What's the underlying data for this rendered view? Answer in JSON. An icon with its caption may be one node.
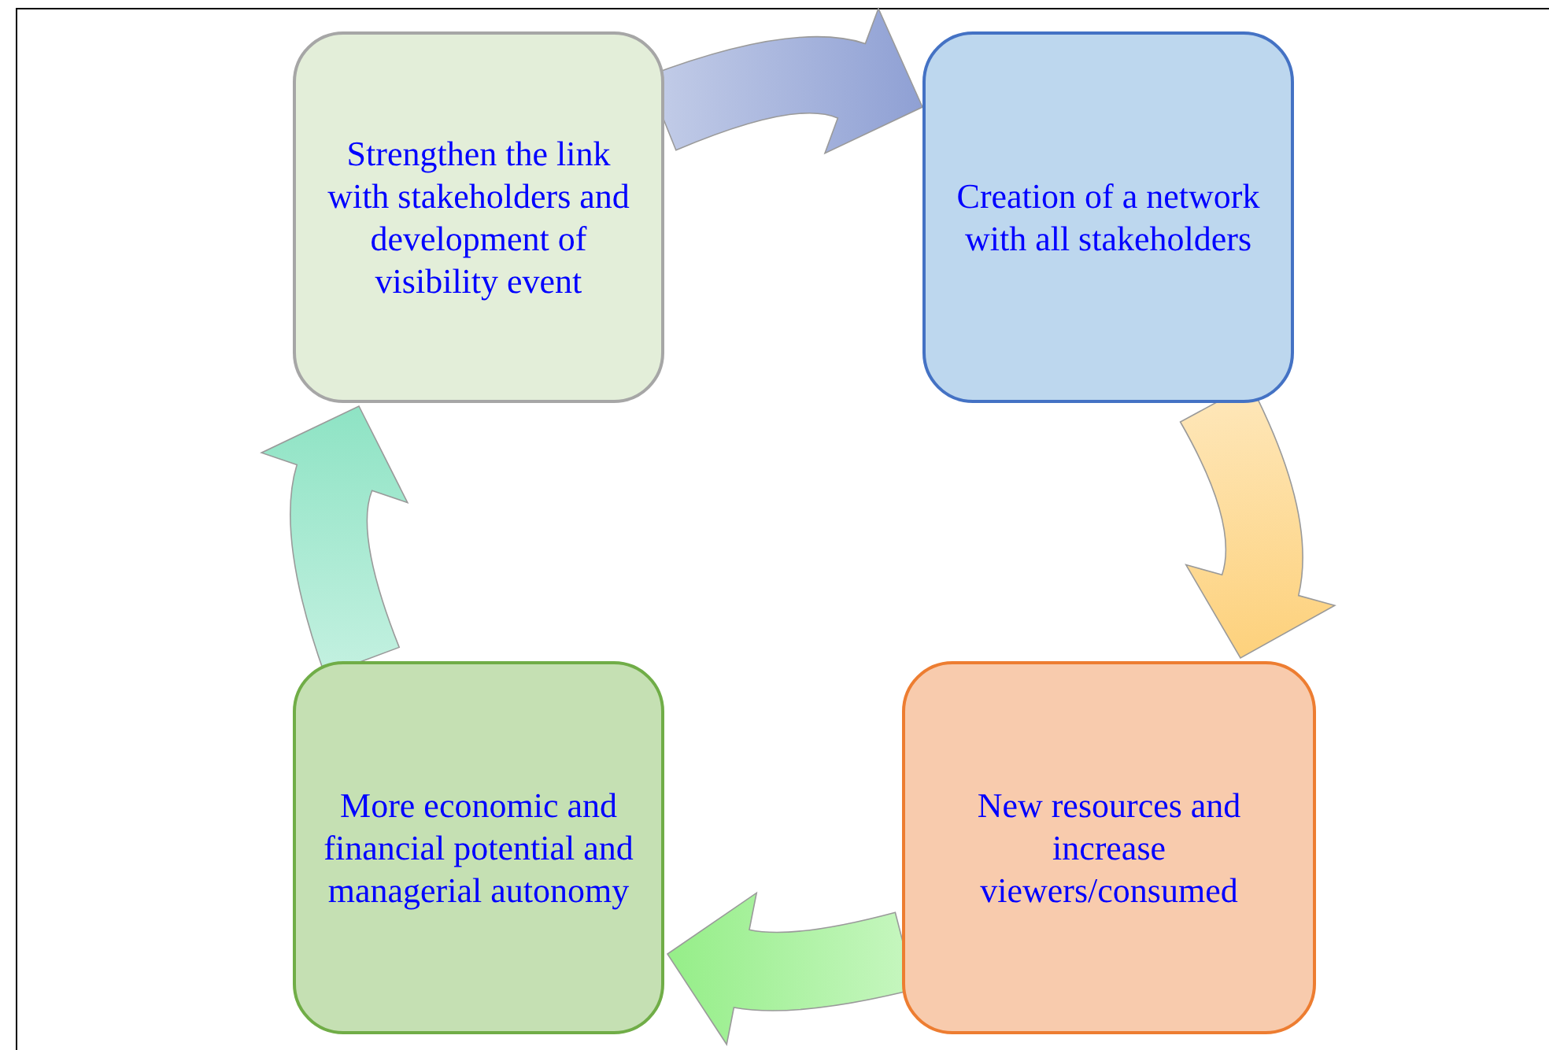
{
  "diagram": {
    "nodes": [
      {
        "text": [
          "Strengthen the link with stakeholders and development of visibility event"
        ]
      },
      {
        "text": [
          "Creation of a network with all stakeholders"
        ]
      },
      {
        "text": [
          "New resources and increase viewers/consumed"
        ]
      },
      {
        "text": [
          "More economic and financial potential and managerial autonomy"
        ]
      }
    ],
    "edges": [
      {
        "from": 0,
        "to": 1,
        "arrow": "to",
        "style": "thick",
        "color": "#8fa0d4"
      },
      {
        "from": 1,
        "to": 2,
        "arrow": "to",
        "style": "thick",
        "color": "#fdd17c"
      },
      {
        "from": 2,
        "to": 3,
        "arrow": "to",
        "style": "thick",
        "color": "#95ee88"
      },
      {
        "from": 3,
        "to": 0,
        "arrow": "to",
        "style": "thick",
        "color": "#8ee3c4"
      }
    ]
  }
}
